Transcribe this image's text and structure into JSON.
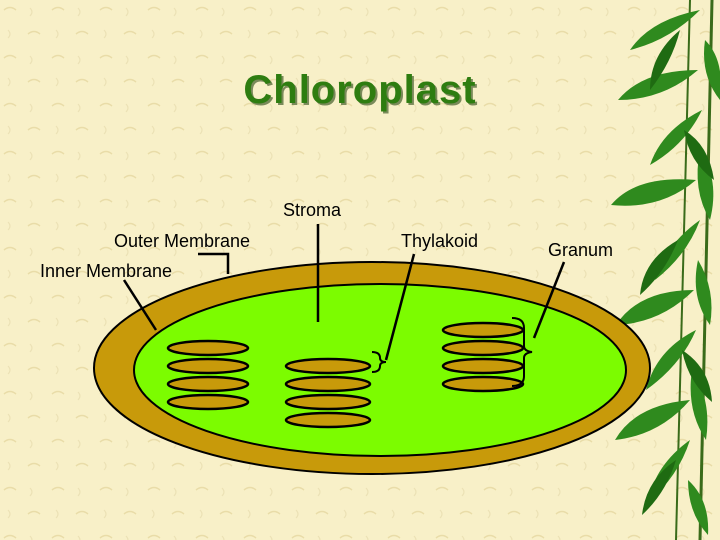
{
  "title": "Chloroplast",
  "labels": {
    "stroma": "Stroma",
    "outer_membrane": "Outer Membrane",
    "inner_membrane": "Inner Membrane",
    "thylakoid": "Thylakoid",
    "granum": "Granum"
  },
  "colors": {
    "background": "#f8f0c8",
    "title": "#2e7d10",
    "outer_membrane": "#c89a0a",
    "stroma": "#7cfc00",
    "thylakoid": "#c89a0a",
    "leaf": "#2f8a1e"
  },
  "icons": {
    "decoration": "bamboo-leaves-icon"
  }
}
